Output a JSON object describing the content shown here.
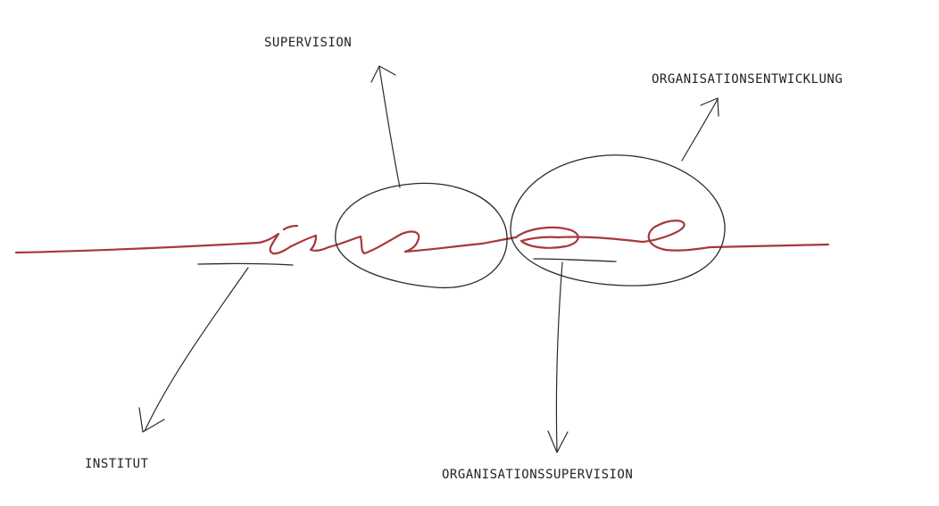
{
  "labels": {
    "supervision": "SUPERVISION",
    "organisationsentwicklung": "ORGANISATIONSENTWICKLUNG",
    "institut": "INSTITUT",
    "organisationssupervision": "ORGANISATIONSSUPERVISION"
  },
  "logo": {
    "lettering": "isvoe"
  },
  "colors": {
    "logo_stroke": "#a8383a",
    "sketch_stroke": "#2a2a2a",
    "text": "#222222",
    "background": "#ffffff"
  }
}
